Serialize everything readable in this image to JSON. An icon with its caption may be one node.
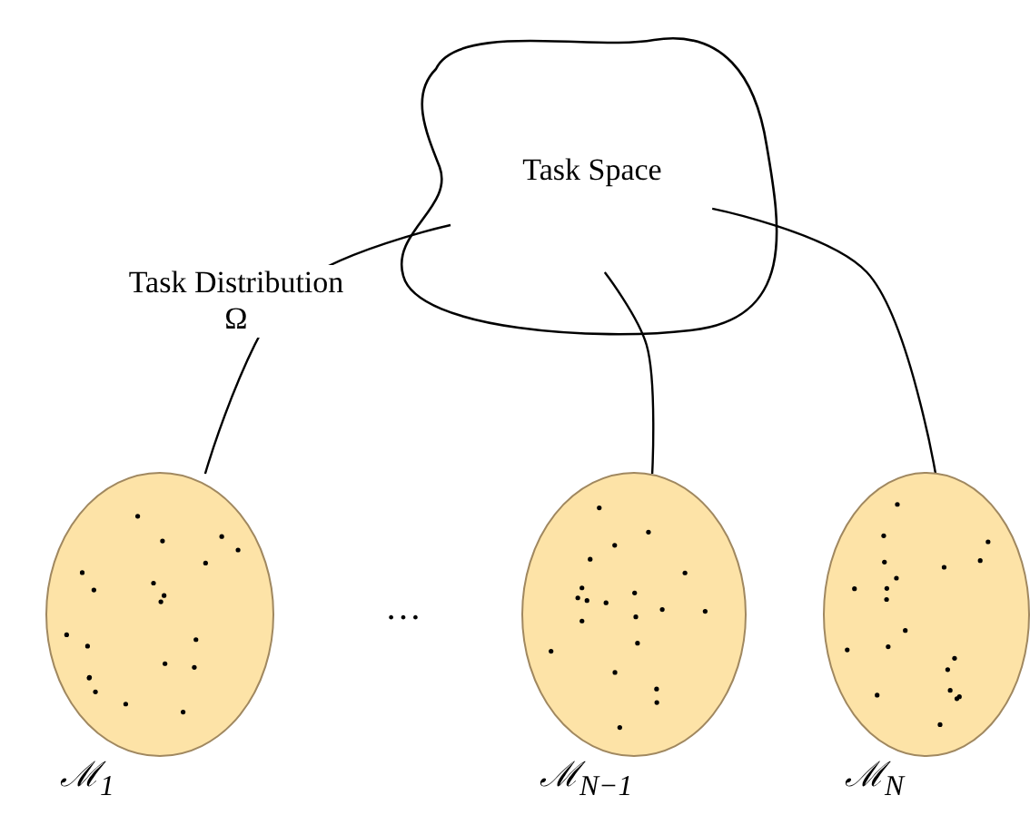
{
  "diagram": {
    "nodes": [
      {
        "text": [
          "Task Space"
        ]
      },
      {
        "text": [],
        "shape": "ellipse",
        "beside": [
          "ℳ$_{1}$"
        ]
      },
      {
        "text": [],
        "shape": "ellipse",
        "beside": [
          "ℳ$_{N−1}$"
        ]
      },
      {
        "text": [],
        "shape": "ellipse",
        "beside": [
          "ℳ$_{N}$"
        ]
      }
    ],
    "edges": [
      {
        "from": 0,
        "to": 1,
        "arrow": "none",
        "label": "Task Distribution Ω"
      },
      {
        "from": 0,
        "to": 2,
        "arrow": "none"
      },
      {
        "from": 0,
        "to": 3,
        "arrow": "none"
      }
    ],
    "labels": [
      "…"
    ]
  }
}
